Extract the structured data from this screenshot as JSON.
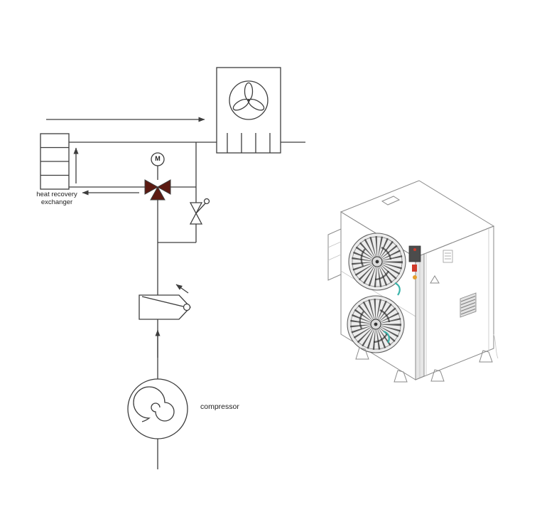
{
  "page": {
    "background": "#ffffff"
  },
  "schematic": {
    "labels": {
      "heat_recovery_exchanger": "heat recovery exchanger",
      "compressor": "compressor",
      "motor": "M"
    },
    "colors": {
      "line": "#3d3d3d",
      "valve_fill": "#5c1a12",
      "illustration_line": "#8a8a8a",
      "accent_red": "#d03a2a",
      "accent_orange": "#e6a02e",
      "accent_teal": "#3ab3aa"
    }
  }
}
